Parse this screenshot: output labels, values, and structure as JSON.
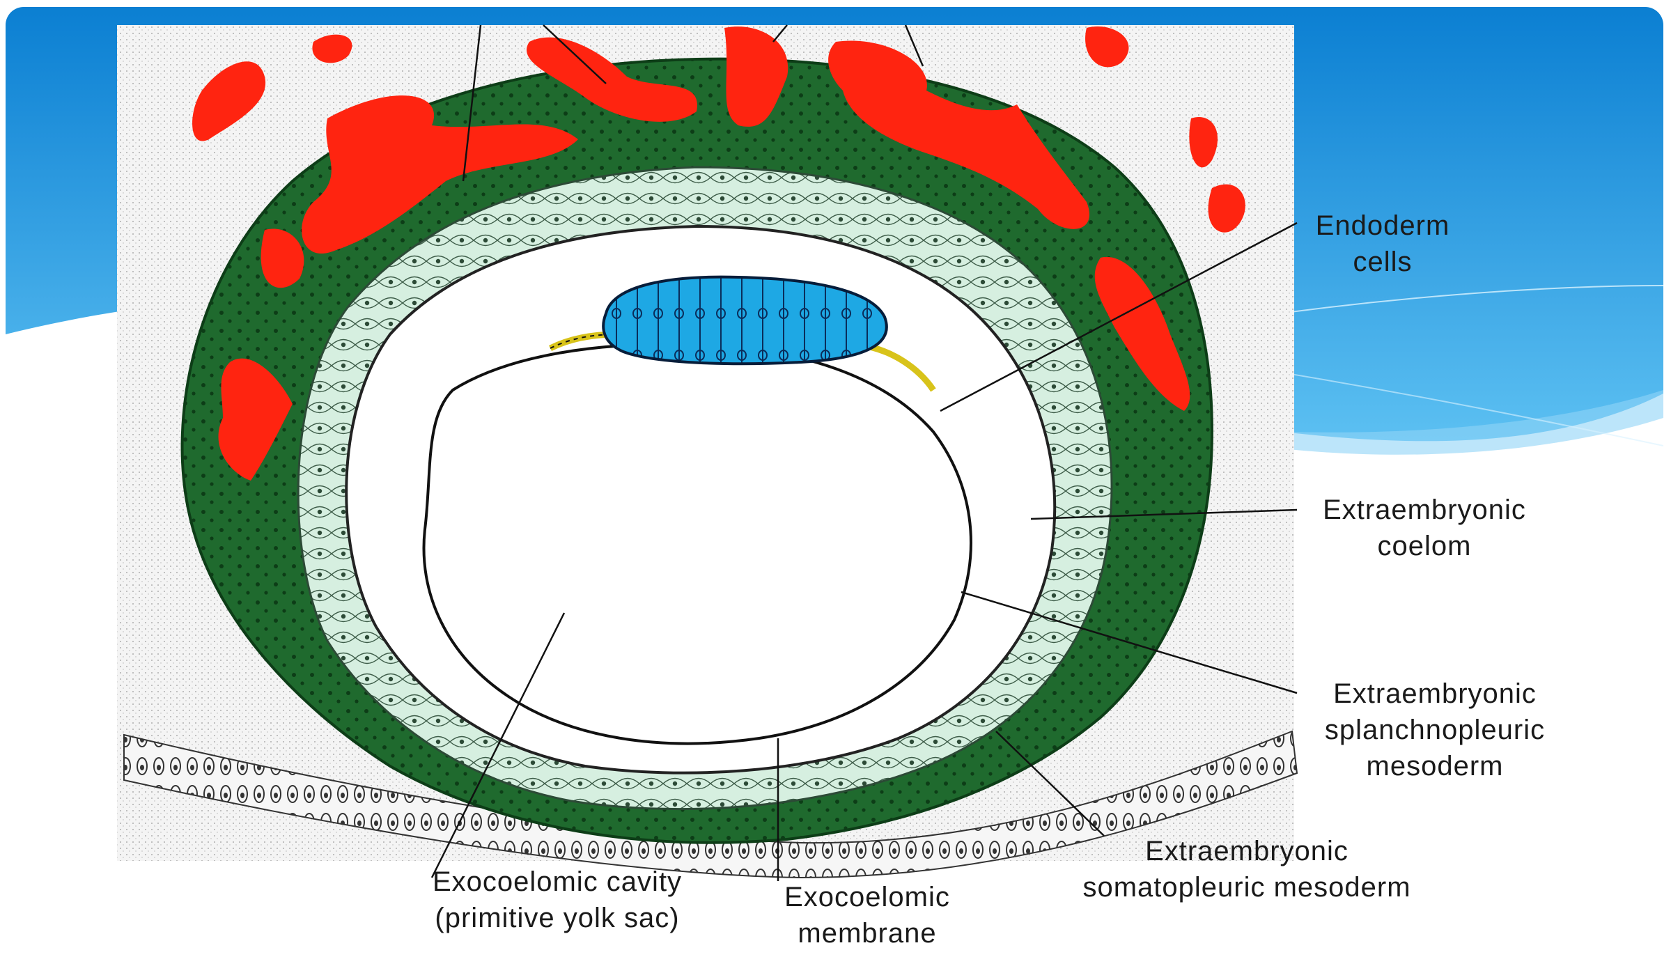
{
  "colors": {
    "sky_top": "#0f86d6",
    "sky_bottom": "#62bff0",
    "trophoblast_green": "#1f6a2e",
    "lacunae_red": "#ff2a12",
    "mesoderm_pale": "#d8f1e3",
    "embryo_blue": "#19a9e6",
    "hypoblast_yellow": "#e8d11a",
    "background_stipple": "#f2f2f2"
  },
  "labels": {
    "endoderm": [
      "Endoderm",
      "cells"
    ],
    "coelom": [
      "Extraembryonic",
      "coelom"
    ],
    "splanchno": [
      "Extraembryonic",
      "splanchnopleuric",
      "mesoderm"
    ],
    "somato": [
      "Extraembryonic",
      "somatopleuric mesoderm"
    ],
    "cavity": [
      "Exocoelomic cavity",
      "(primitive yolk sac)"
    ],
    "membrane": [
      "Exocoelomic",
      "membrane"
    ]
  }
}
